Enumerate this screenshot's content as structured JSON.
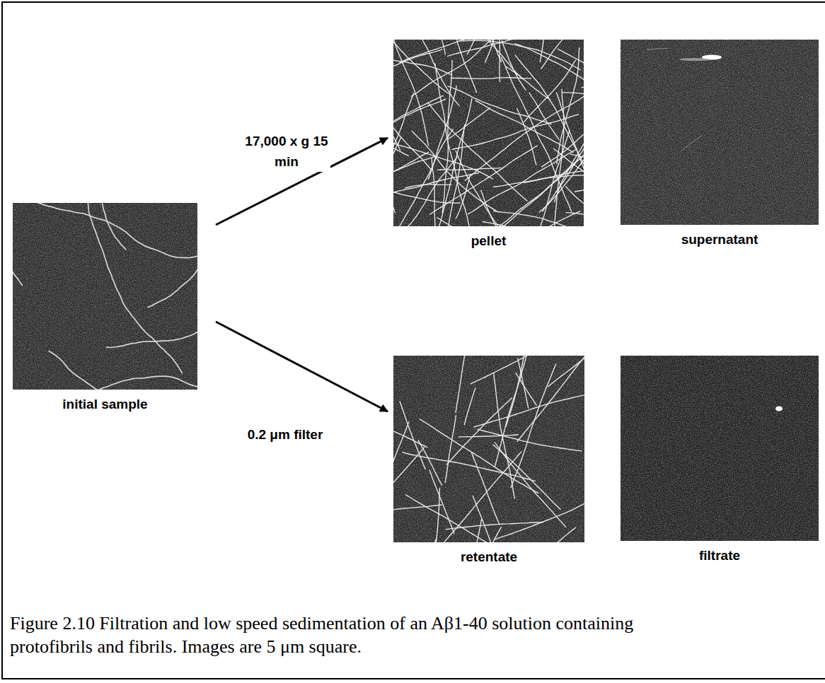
{
  "diagram": {
    "caption": "Figure 2.10 Filtration and low speed sedimentation of an Aβ1-40 solution containing protofibrils and fibrils. Images are 5 μm square.",
    "nodes": [
      {
        "text": [
          "initial sample"
        ]
      },
      {
        "text": [
          "pellet"
        ]
      },
      {
        "text": [
          "supernatant"
        ]
      },
      {
        "text": [
          "retentate"
        ]
      },
      {
        "text": [
          "filtrate"
        ]
      }
    ],
    "edges": [
      {
        "from": 0,
        "to": 1,
        "arrow": "to",
        "label": "17,000 x g 15 min"
      },
      {
        "from": 0,
        "to": 3,
        "arrow": "to",
        "label": "0.2 μm filter"
      }
    ]
  }
}
